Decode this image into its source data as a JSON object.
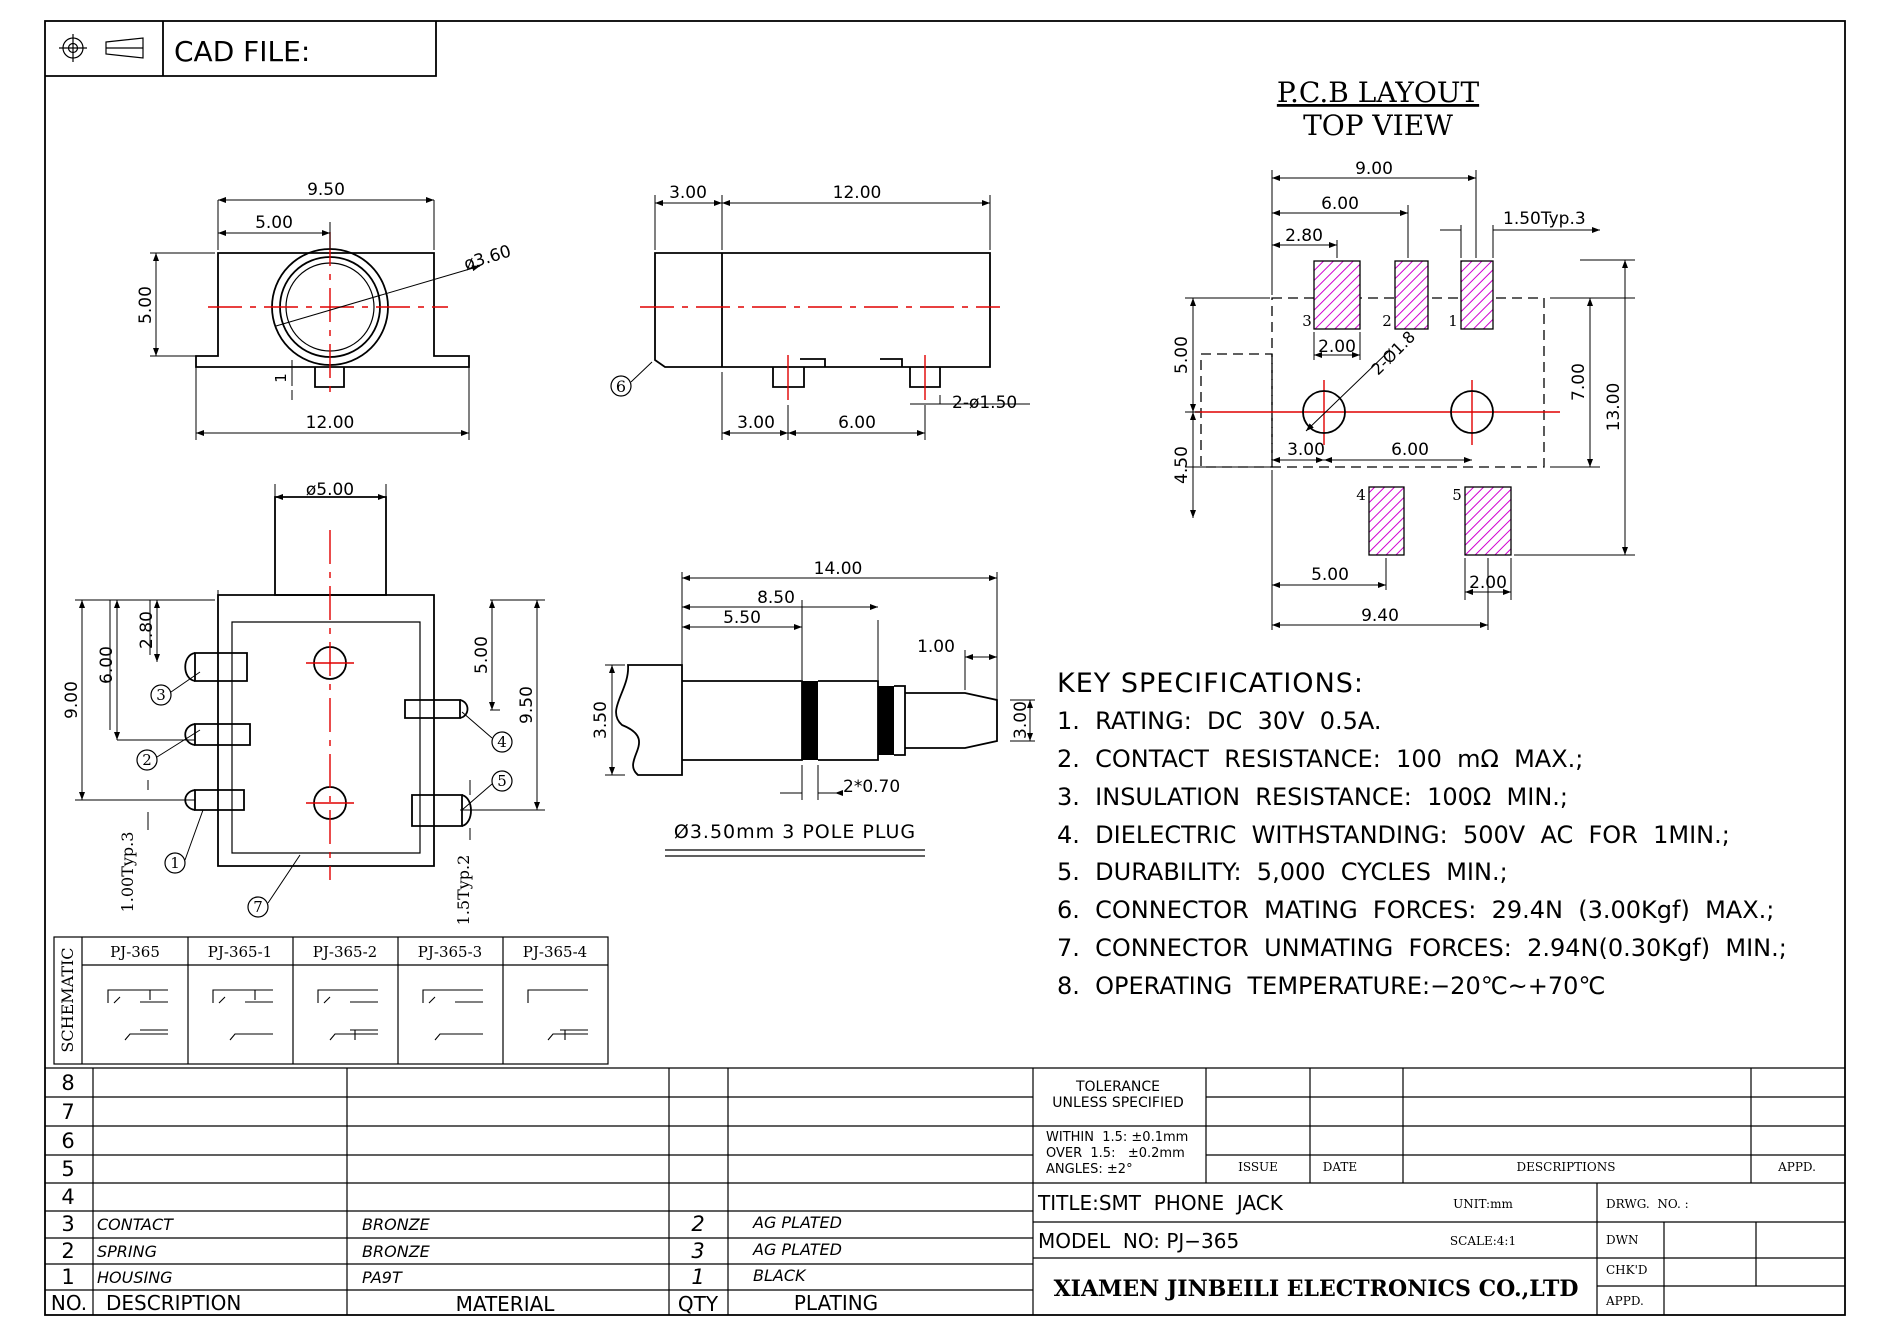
{
  "header": {
    "cad_label": "CAD FILE:"
  },
  "pcb": {
    "title": "P.C.B LAYOUT",
    "subtitle": "TOP VIEW",
    "dims": {
      "w900": "9.00",
      "w600": "6.00",
      "w280": "2.80",
      "pad_typ": "1.50Typ.3",
      "w200a": "2.00",
      "hole": "2-Ø1.8",
      "h500": "5.00",
      "h450": "4.50",
      "h700": "7.00",
      "h1300": "13.00",
      "w300": "3.00",
      "w600b": "6.00",
      "w500": "5.00",
      "w200b": "2.00",
      "w940": "9.40"
    },
    "pins": [
      "3",
      "2",
      "1",
      "4",
      "5"
    ]
  },
  "front_view": {
    "dims": {
      "w950": "9.50",
      "w500": "5.00",
      "dia": "ø3.60",
      "h500": "5.00",
      "one": "1",
      "w1200": "12.00"
    }
  },
  "side_view": {
    "dims": {
      "w300": "3.00",
      "w1200": "12.00",
      "b300": "3.00",
      "b600": "6.00",
      "pin": "2-ø1.50"
    },
    "callout": "6"
  },
  "bottom_view": {
    "dims": {
      "dia": "ø5.00",
      "l280": "2.80",
      "l600": "6.00",
      "l900": "9.00",
      "r500": "5.00",
      "r950": "9.50",
      "typ3": "1.00Typ.3",
      "typ2": "1.5Typ.2"
    },
    "callouts": [
      "3",
      "2",
      "1",
      "7",
      "4",
      "5"
    ]
  },
  "plug": {
    "dims": {
      "w1400": "14.00",
      "w850": "8.50",
      "w550": "5.50",
      "w100": "1.00",
      "h350": "3.50",
      "h300": "3.00",
      "ring": "2*0.70"
    },
    "caption": "Ø3.50mm 3 POLE PLUG"
  },
  "specs": {
    "title": "KEY SPECIFICATIONS:",
    "items": [
      "1.  RATING:  DC  30V  0.5A.",
      "2.  CONTACT  RESISTANCE:  100  mΩ  MAX.;",
      "3.  INSULATION  RESISTANCE:  100Ω  MIN.;",
      "4.  DIELECTRIC  WITHSTANDING:  500V  AC  FOR  1MIN.;",
      "5.  DURABILITY:  5,000  CYCLES  MIN.;",
      "6.  CONNECTOR  MATING  FORCES:  29.4N  (3.00Kgf)  MAX.;",
      "7.  CONNECTOR  UNMATING  FORCES:  2.94N(0.30Kgf)  MIN.;",
      "8.  OPERATING  TEMPERATURE:−20℃~+70℃"
    ]
  },
  "schematic": {
    "label": "SCHEMATIC",
    "models": [
      "PJ-365",
      "PJ-365-1",
      "PJ-365-2",
      "PJ-365-3",
      "PJ-365-4"
    ]
  },
  "bom": {
    "row_numbers": [
      "8",
      "7",
      "6",
      "5",
      "4"
    ],
    "rows": [
      {
        "no": "3",
        "desc": "CONTACT",
        "material": "BRONZE",
        "qty": "2",
        "plating": "AG PLATED"
      },
      {
        "no": "2",
        "desc": "SPRING",
        "material": "BRONZE",
        "qty": "3",
        "plating": "AG PLATED"
      },
      {
        "no": "1",
        "desc": "HOUSING",
        "material": "PA9T",
        "qty": "1",
        "plating": "BLACK"
      }
    ],
    "headers": {
      "no": "NO.",
      "desc": "DESCRIPTION",
      "material": "MATERIAL",
      "qty": "QTY",
      "plating": "PLATING"
    }
  },
  "title_block": {
    "tolerance_title": "TOLERANCE",
    "tolerance_sub": "UNLESS SPECIFIED",
    "tol_1": "WITHIN  1.5: ±0.1mm",
    "tol_2": "OVER  1.5:   ±0.2mm",
    "tol_3": "ANGLES: ±2°",
    "issue": "ISSUE",
    "date": "DATE",
    "descriptions": "DESCRIPTIONS",
    "appd": "APPD.",
    "title": "TITLE:SMT  PHONE  JACK",
    "unit": "UNIT:mm",
    "drwg": "DRWG.  NO. :",
    "model": "MODEL  NO: PJ−365",
    "scale": "SCALE:4:1",
    "dwn": "DWN",
    "chkd": "CHK'D",
    "appd2": "APPD.",
    "company": "XIAMEN JINBEILI ELECTRONICS CO.,LTD"
  }
}
